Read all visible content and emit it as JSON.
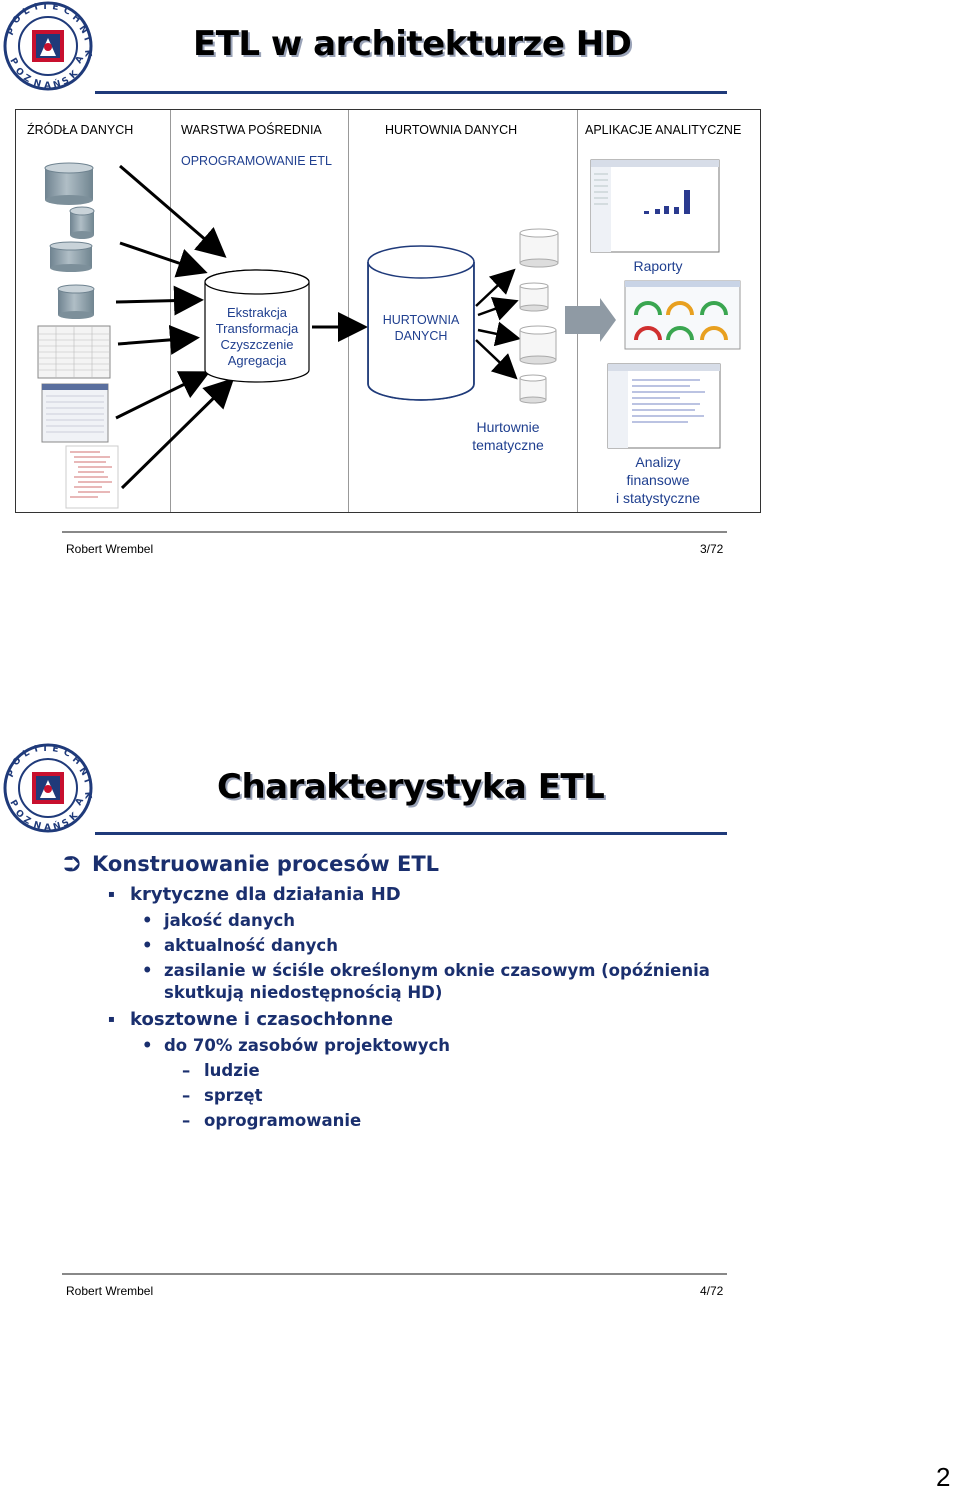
{
  "slide3": {
    "title": "ETL w architekturze HD",
    "columns": [
      "ŹRÓDŁA DANYCH",
      "WARSTWA POŚREDNIA",
      "HURTOWNIA DANYCH",
      "APLIKACJE ANALITYCZNE"
    ],
    "etl_label": "OPROGRAMOWANIE ETL",
    "etl_steps": [
      "Ekstrakcja",
      "Transformacja",
      "Czyszczenie",
      "Agregacja"
    ],
    "dw_label": [
      "HURTOWNIA",
      "DANYCH"
    ],
    "data_marts": [
      "Hurtownie",
      "tematyczne"
    ],
    "apps": {
      "reports": "Raporty",
      "analysis": [
        "Analizy",
        "finansowe",
        "i statystyczne"
      ]
    },
    "footer_author": "Robert Wrembel",
    "footer_page": "3/72"
  },
  "slide4": {
    "title": "Charakterystyka ETL",
    "level1": "Konstruowanie procesów ETL",
    "sections": [
      {
        "heading": "krytyczne dla działania HD",
        "items": [
          "jakość danych",
          "aktualność danych",
          "zasilanie w ściśle określonym oknie czasowym (opóźnienia",
          "skutkują niedostępnością HD)"
        ]
      },
      {
        "heading": "kosztowne i czasochłonne",
        "items": [
          "do 70% zasobów projektowych"
        ],
        "subitems": [
          "ludzie",
          "sprzęt",
          "oprogramowanie"
        ]
      }
    ],
    "footer_author": "Robert Wrembel",
    "footer_page": "4/72"
  },
  "page_number": "2",
  "colors": {
    "title_shadow": "#9aa3b8",
    "rule_blue": "#1f3a7a",
    "diagram_text": "#1f3f8f",
    "bullet_text": "#1a2f6e",
    "cylinder_fill": "#8e9ea8"
  }
}
